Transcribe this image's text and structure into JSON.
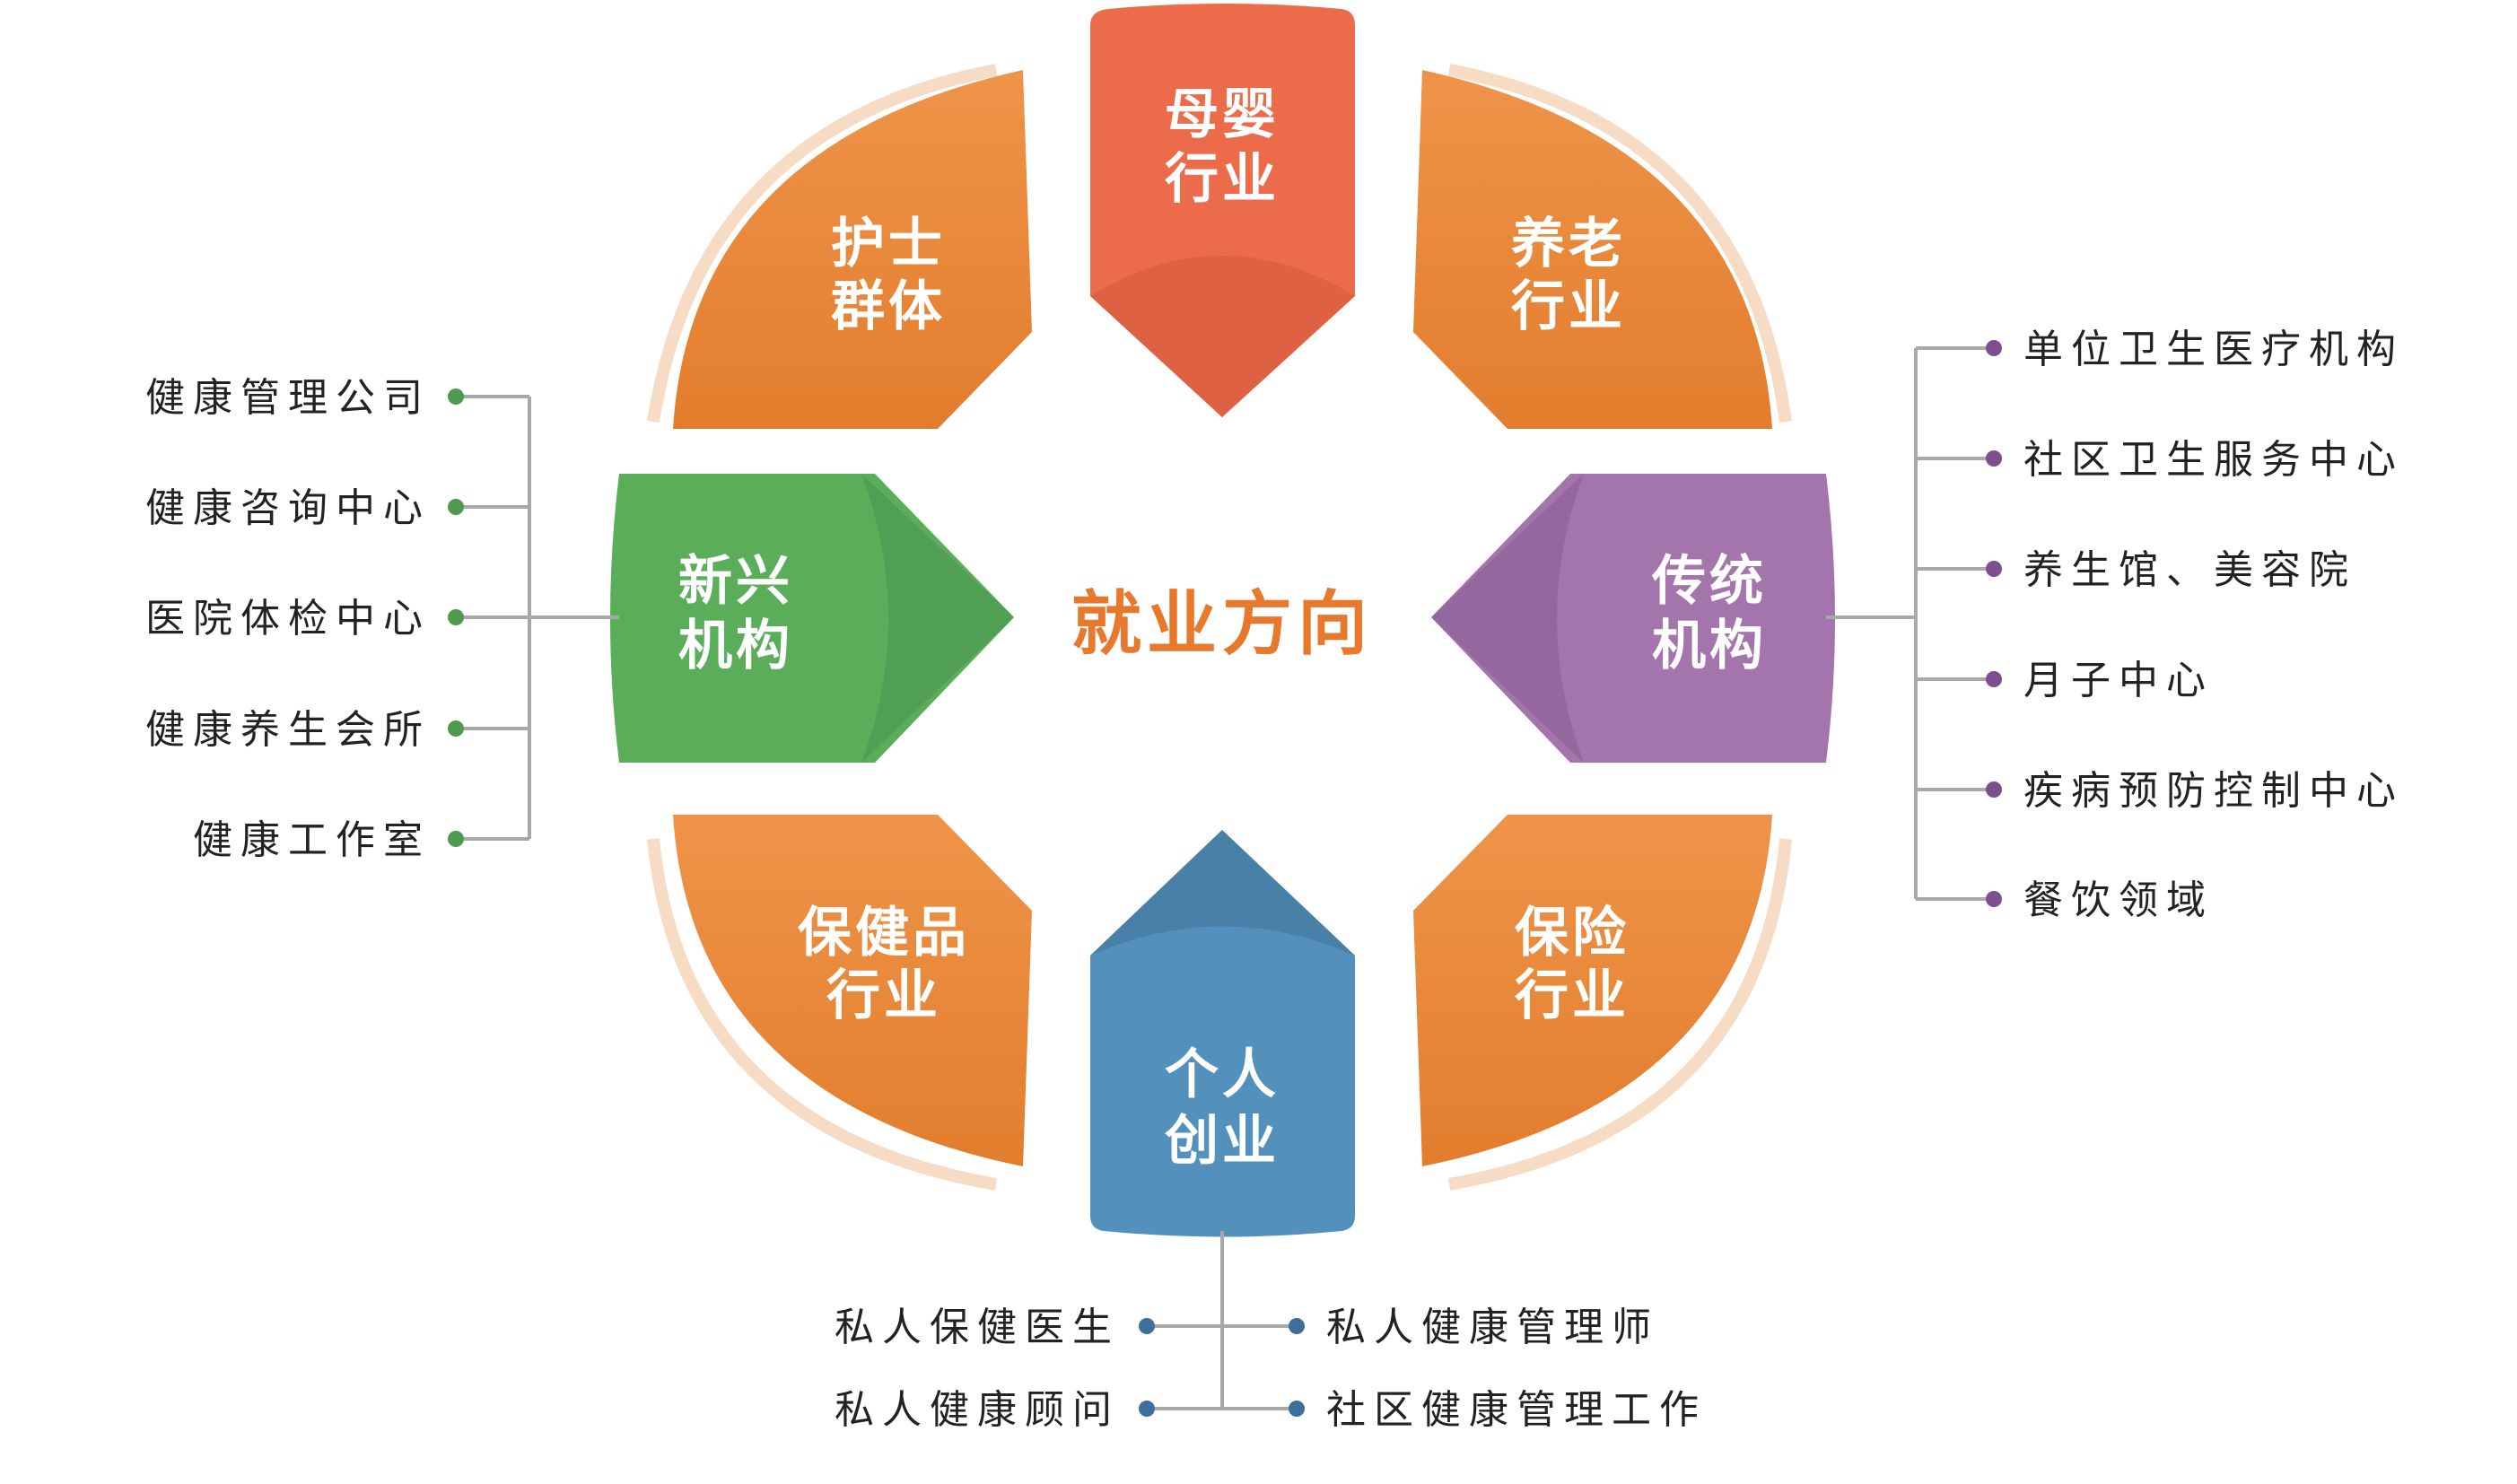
{
  "center": {
    "title": "就业方向",
    "color": "#E8782C"
  },
  "segments": {
    "top": {
      "line1": "母婴",
      "line2": "行业",
      "color": "#EB6B4A"
    },
    "top_left": {
      "line1": "护士",
      "line2": "群体",
      "color": "#E8873A"
    },
    "top_right": {
      "line1": "养老",
      "line2": "行业",
      "color": "#E8873A"
    },
    "left": {
      "line1": "新兴",
      "line2": "机构",
      "color": "#5AAE5A"
    },
    "right": {
      "line1": "传统",
      "line2": "机构",
      "color": "#A475AD"
    },
    "bottom_left": {
      "line1": "保健品",
      "line2": "行业",
      "color": "#E8873A"
    },
    "bottom_right": {
      "line1": "保险",
      "line2": "行业",
      "color": "#E8873A"
    },
    "bottom": {
      "line1": "个人",
      "line2": "创业",
      "color": "#5391BC"
    }
  },
  "left_list": {
    "items": [
      "健康管理公司",
      "健康咨询中心",
      "医院体检中心",
      "健康养生会所",
      "健康工作室"
    ],
    "dot_color": "#4E9A4E"
  },
  "right_list": {
    "items": [
      "单位卫生医疗机构",
      "社区卫生服务中心",
      "养生馆、美容院",
      "月子中心",
      "疾病预防控制中心",
      "餐饮领域"
    ],
    "dot_color": "#7E4E8E"
  },
  "bottom_list": {
    "left_items": [
      "私人保健医生",
      "私人健康顾问"
    ],
    "right_items": [
      "私人健康管理师",
      "社区健康管理工作"
    ],
    "dot_color": "#3E6F98"
  }
}
